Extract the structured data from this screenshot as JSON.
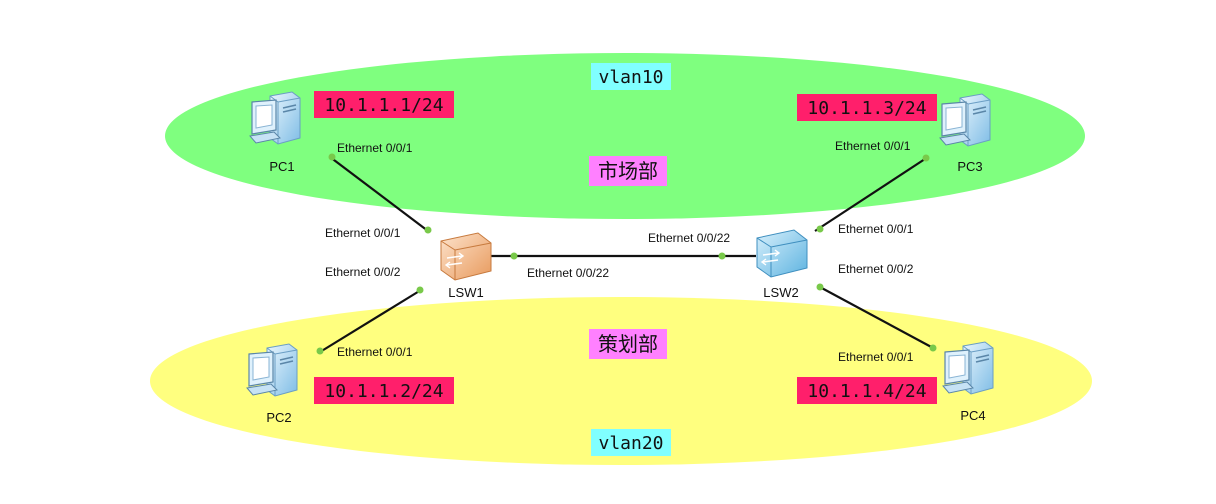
{
  "zones": {
    "vlan10": {
      "label": "vlan10",
      "department": "市场部",
      "color": "#7fff7f"
    },
    "vlan20": {
      "label": "vlan20",
      "department": "策划部",
      "color": "#ffff7f"
    }
  },
  "devices": {
    "pc1": {
      "name": "PC1",
      "ip": "10.1.1.1/24",
      "port": "Ethernet 0/0/1"
    },
    "pc2": {
      "name": "PC2",
      "ip": "10.1.1.2/24",
      "port": "Ethernet 0/0/1"
    },
    "pc3": {
      "name": "PC3",
      "ip": "10.1.1.3/24",
      "port": "Ethernet 0/0/1"
    },
    "pc4": {
      "name": "PC4",
      "ip": "10.1.1.4/24",
      "port": "Ethernet 0/0/1"
    },
    "lsw1": {
      "name": "LSW1",
      "port_to_pc1": "Ethernet 0/0/1",
      "port_to_pc2": "Ethernet 0/0/2",
      "port_to_lsw2": "Ethernet 0/0/22"
    },
    "lsw2": {
      "name": "LSW2",
      "port_to_pc3": "Ethernet 0/0/1",
      "port_to_pc4": "Ethernet 0/0/2",
      "port_to_lsw1": "Ethernet 0/0/22"
    }
  },
  "colors": {
    "vlan_label_bg": "#80ffff",
    "ip_label_bg": "#ff1f6b",
    "dept_label_bg": "#ff80ff",
    "port_dot": "#79c94a",
    "lsw1_body": "#f7c49a",
    "lsw2_body": "#9fd8f5",
    "pc_body": "#bfe0f7"
  },
  "icons": {
    "pc": "desktop-computer-icon",
    "switch": "network-switch-icon"
  }
}
